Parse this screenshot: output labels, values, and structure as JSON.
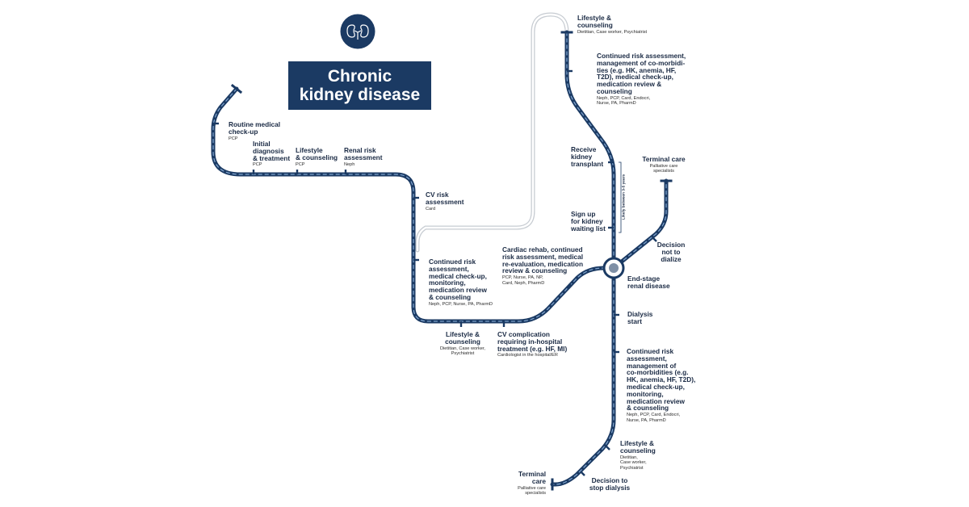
{
  "title": {
    "line1": "Chronic",
    "line2": "kidney disease"
  },
  "logo_icon": "kidneys-icon",
  "colors": {
    "line": "#1b3a63",
    "dash": "#7ea2cc",
    "ghost_line": "#c7ccd2",
    "hub": "#7f90a6"
  },
  "stations": {
    "routine": {
      "name": [
        "Routine medical",
        "check-up"
      ],
      "roles": [
        "PCP"
      ]
    },
    "initial": {
      "name": [
        "Initial",
        "diagnosis",
        "& treatment"
      ],
      "roles": [
        "PCP"
      ]
    },
    "lifestyle1": {
      "name": [
        "Lifestyle",
        "& counseling"
      ],
      "roles": [
        "PCP"
      ]
    },
    "renal": {
      "name": [
        "Renal risk",
        "assessment"
      ],
      "roles": [
        "Neph"
      ]
    },
    "cvrisk": {
      "name": [
        "CV risk",
        "assessment"
      ],
      "roles": [
        "Card"
      ]
    },
    "continued1": {
      "name": [
        "Continued risk",
        "assessment,",
        "medical check-up,",
        "monitoring,",
        "medication review",
        "& counseling"
      ],
      "roles": [
        "Neph, PCP, Nurse, PA, PharmD"
      ]
    },
    "lifestyle2": {
      "name": [
        "Lifestyle &",
        "counseling"
      ],
      "roles": [
        "Dietitian, Case worker,",
        "Psychiatrist"
      ]
    },
    "cvcomp": {
      "name": [
        "CV complication",
        "requiring in-hospital",
        "treatment (e.g. HF, MI)"
      ],
      "roles": [
        "Cardiologist in the hospital/ER"
      ]
    },
    "cardiac": {
      "name": [
        "Cardiac rehab, continued",
        "risk assessment, medical",
        "re-evaluation, medication",
        "review & counseling"
      ],
      "roles": [
        "PCP, Nurse, PA, NP,",
        "Card, Neph, PharmD"
      ]
    },
    "lifestyle_top": {
      "name": [
        "Lifestyle &",
        "counseling"
      ],
      "roles": [
        "Dietitian, Case worker, Psychiatrist"
      ]
    },
    "continued_top": {
      "name": [
        "Continued risk assessment,",
        "management of co-morbidi-",
        "ties (e.g. HK, anemia, HF,",
        "T2D), medical check-up,",
        "medication review &",
        "counseling"
      ],
      "roles": [
        "Neph, PCP, Card, Endocri,",
        "Nurse, PA, PharmD"
      ]
    },
    "transplant": {
      "name": [
        "Receive",
        "kidney",
        "transplant"
      ],
      "roles": []
    },
    "waiting": {
      "name": [
        "Sign up",
        "for kidney",
        "waiting list"
      ],
      "roles": []
    },
    "terminal_top": {
      "name": [
        "Terminal care"
      ],
      "roles": [
        "Palliative care",
        "specialists"
      ]
    },
    "decision_no": {
      "name": [
        "Decision",
        "not to",
        "dialize"
      ],
      "roles": []
    },
    "esrd": {
      "name": [
        "End-stage",
        "renal disease"
      ],
      "roles": []
    },
    "dialysis": {
      "name": [
        "Dialysis",
        "start"
      ],
      "roles": []
    },
    "continued2": {
      "name": [
        "Continued risk",
        "assessment,",
        "management of",
        "co-morbidities (e.g.",
        "HK, anemia, HF, T2D),",
        "medical check-up,",
        "monitoring,",
        "medication review",
        "& counseling"
      ],
      "roles": [
        "Neph, PCP, Card, Endocri,",
        "Nurse, PA, PharmD"
      ]
    },
    "lifestyle3": {
      "name": [
        "Lifestyle &",
        "counseling"
      ],
      "roles": [
        "Dietitian,",
        "Case worker,",
        "Psychiatrist"
      ]
    },
    "decision_stop": {
      "name": [
        "Decision to",
        "stop dialysis"
      ],
      "roles": []
    },
    "terminal_bottom": {
      "name": [
        "Terminal",
        "care"
      ],
      "roles": [
        "Palliative care",
        "specialists"
      ]
    }
  },
  "wait_note": "Likely between 3-5 years"
}
